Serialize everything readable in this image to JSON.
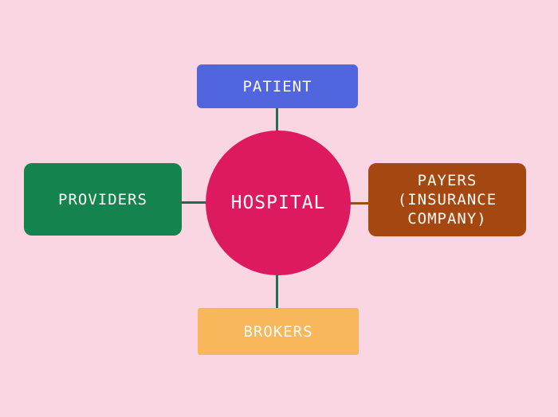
{
  "diagram": {
    "background_color": "#f9d6e1",
    "text_color": "#ffffff",
    "center": {
      "label": "HOSPITAL",
      "color": "#dd1a5f"
    },
    "nodes": {
      "patient": {
        "label": "PATIENT",
        "color": "#5166de"
      },
      "providers": {
        "label": "PROVIDERS",
        "color": "#15834d"
      },
      "payers": {
        "label": "PAYERS\n(INSURANCE\nCOMPANY)",
        "color": "#a54711"
      },
      "brokers": {
        "label": "BROKERS",
        "color": "#f8b75a"
      }
    },
    "connectors": {
      "top": {
        "color": "#256d52"
      },
      "bottom": {
        "color": "#256d52"
      },
      "left": {
        "color": "#1c6b4b"
      },
      "right": {
        "color": "#9c4a1a"
      }
    }
  }
}
